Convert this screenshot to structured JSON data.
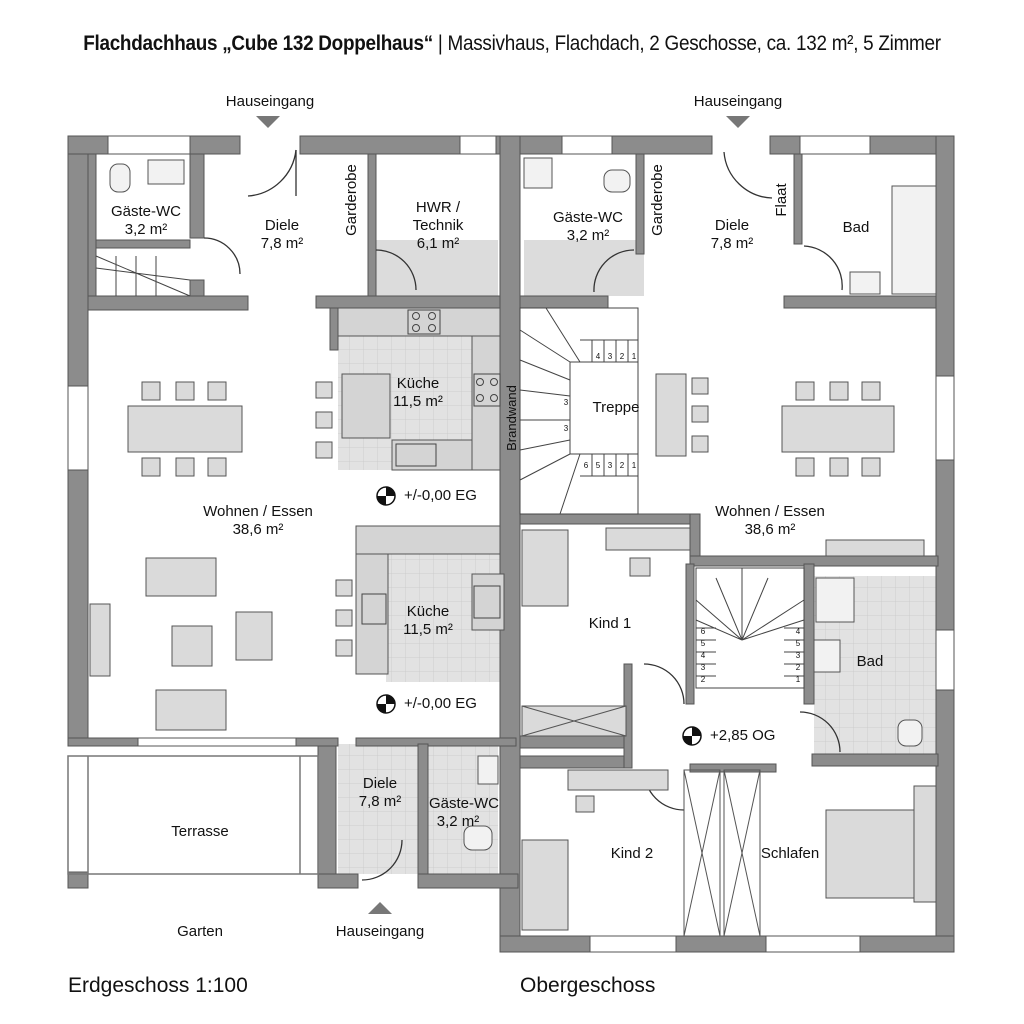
{
  "title": {
    "bold": "Flachdachhaus „Cube 132 Doppelhaus“",
    "rest": " | Massivhaus, Flachdach, 2 Geschosse, ca. 132 m², 5 Zimmer"
  },
  "entrances": {
    "top_left": "Hauseingang",
    "top_right": "Hauseingang",
    "bottom": "Hauseingang"
  },
  "rooms": {
    "gaeste_wc_1": {
      "name": "Gäste-WC",
      "area": "3,2 m²"
    },
    "diele_1": {
      "name": "Diele",
      "area": "7,8 m²"
    },
    "garderobe_1": "Garderobe",
    "hwr": {
      "name": "HWR /",
      "name2": "Technik",
      "area": "6,1 m²"
    },
    "gaeste_wc_2": {
      "name": "Gäste-WC",
      "area": "3,2 m²"
    },
    "garderobe_2": "Garderobe",
    "diele_2": {
      "name": "Diele",
      "area": "7,8 m²"
    },
    "flat": "Flaat",
    "bad_1": "Bad",
    "kueche_1": {
      "name": "Küche",
      "area": "11,5 m²"
    },
    "treppe": "Treppe",
    "brandwand": "Brandwand",
    "wohnen_1": {
      "name": "Wohnen / Essen",
      "area": "38,6 m²"
    },
    "wohnen_2": {
      "name": "Wohnen / Essen",
      "area": "38,6 m²"
    },
    "kueche_2": {
      "name": "Küche",
      "area": "11,5 m²"
    },
    "kind_1": "Kind 1",
    "bad_2": "Bad",
    "diele_3": {
      "name": "Diele",
      "area": "7,8 m²"
    },
    "gaeste_wc_3": {
      "name": "Gäste-WC",
      "area": "3,2 m²"
    },
    "kind_2": "Kind 2",
    "schlafen": "Schlafen",
    "terrasse": "Terrasse",
    "garten": "Garten"
  },
  "levels": {
    "eg_1": "+/-0,00 EG",
    "eg_2": "+/-0,00 EG",
    "og": "+2,85 OG"
  },
  "stair_numbers": {
    "upper_top": [
      "4",
      "3",
      "2",
      "1"
    ],
    "upper_mid": [
      "3",
      "3"
    ],
    "upper_bot": [
      "6",
      "5",
      "3",
      "2",
      "1"
    ],
    "lower_left": [
      "6",
      "5",
      "4",
      "3",
      "2"
    ],
    "lower_right": [
      "4",
      "5",
      "3",
      "2",
      "1"
    ]
  },
  "captions": {
    "eg": "Erdgeschoss 1:100",
    "og": "Obergeschoss"
  },
  "colors": {
    "wall": "#8c8c8c",
    "wall_dark": "#6e6e6e",
    "floor_tile": "#dcdcdc",
    "furniture": "#d9d9d9",
    "line": "#333333"
  }
}
